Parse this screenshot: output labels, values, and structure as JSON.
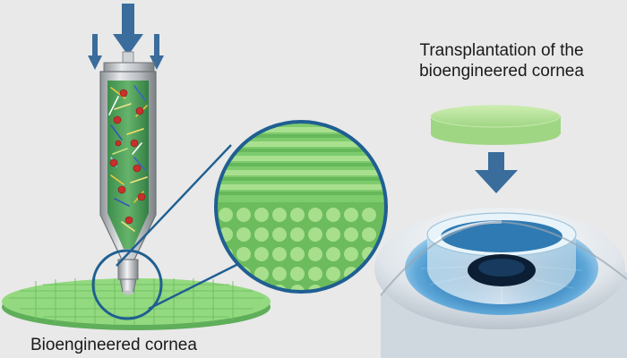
{
  "labels": {
    "bioengineered_cornea": "Bioengineered cornea",
    "transplantation_line1": "Transplantation of the",
    "transplantation_line2": "bioengineered cornea"
  },
  "colors": {
    "background": "#e9e9e9",
    "arrow_blue": "#3a6c9c",
    "cornea_green": "#8fd67e",
    "lens_green": "#b8e39a",
    "outline_blue": "#1f5f91",
    "eye_iris": "#2e76ae",
    "pupil": "#0b1e33"
  },
  "icons": [
    "down-arrow-icon",
    "syringe-icon",
    "magnifier-icon",
    "eye-icon"
  ]
}
